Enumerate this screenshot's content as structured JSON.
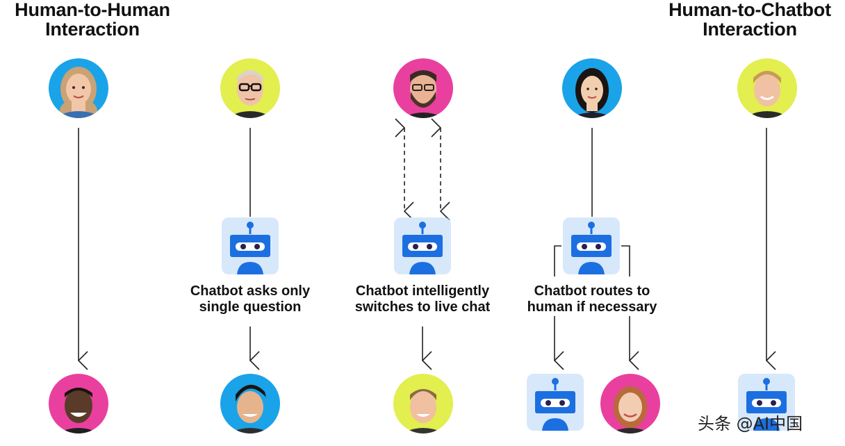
{
  "titles": {
    "left": {
      "line1": "Human-to-Human",
      "line2": "Interaction"
    },
    "right": {
      "line1": "Human-to-Chatbot",
      "line2": "Interaction"
    }
  },
  "captions": {
    "single_question": {
      "line1": "Chatbot asks only",
      "line2": "single question"
    },
    "live_chat": {
      "line1": "Chatbot intelligently",
      "line2": "switches to live chat"
    },
    "routes": {
      "line1": "Chatbot routes to",
      "line2": "human if necessary"
    }
  },
  "watermark": "头条 @AI中国",
  "colors": {
    "blue_bg": "#1aa3e8",
    "yellow_bg": "#e3ee4f",
    "pink_bg": "#e9409f",
    "bot_tile": "#d7e8fb",
    "bot_body": "#1c6fe0",
    "bot_eyes": "#2c1f4d",
    "line": "#222222"
  },
  "icons": {
    "avatar": "person-avatar-icon",
    "bot": "robot-icon"
  }
}
